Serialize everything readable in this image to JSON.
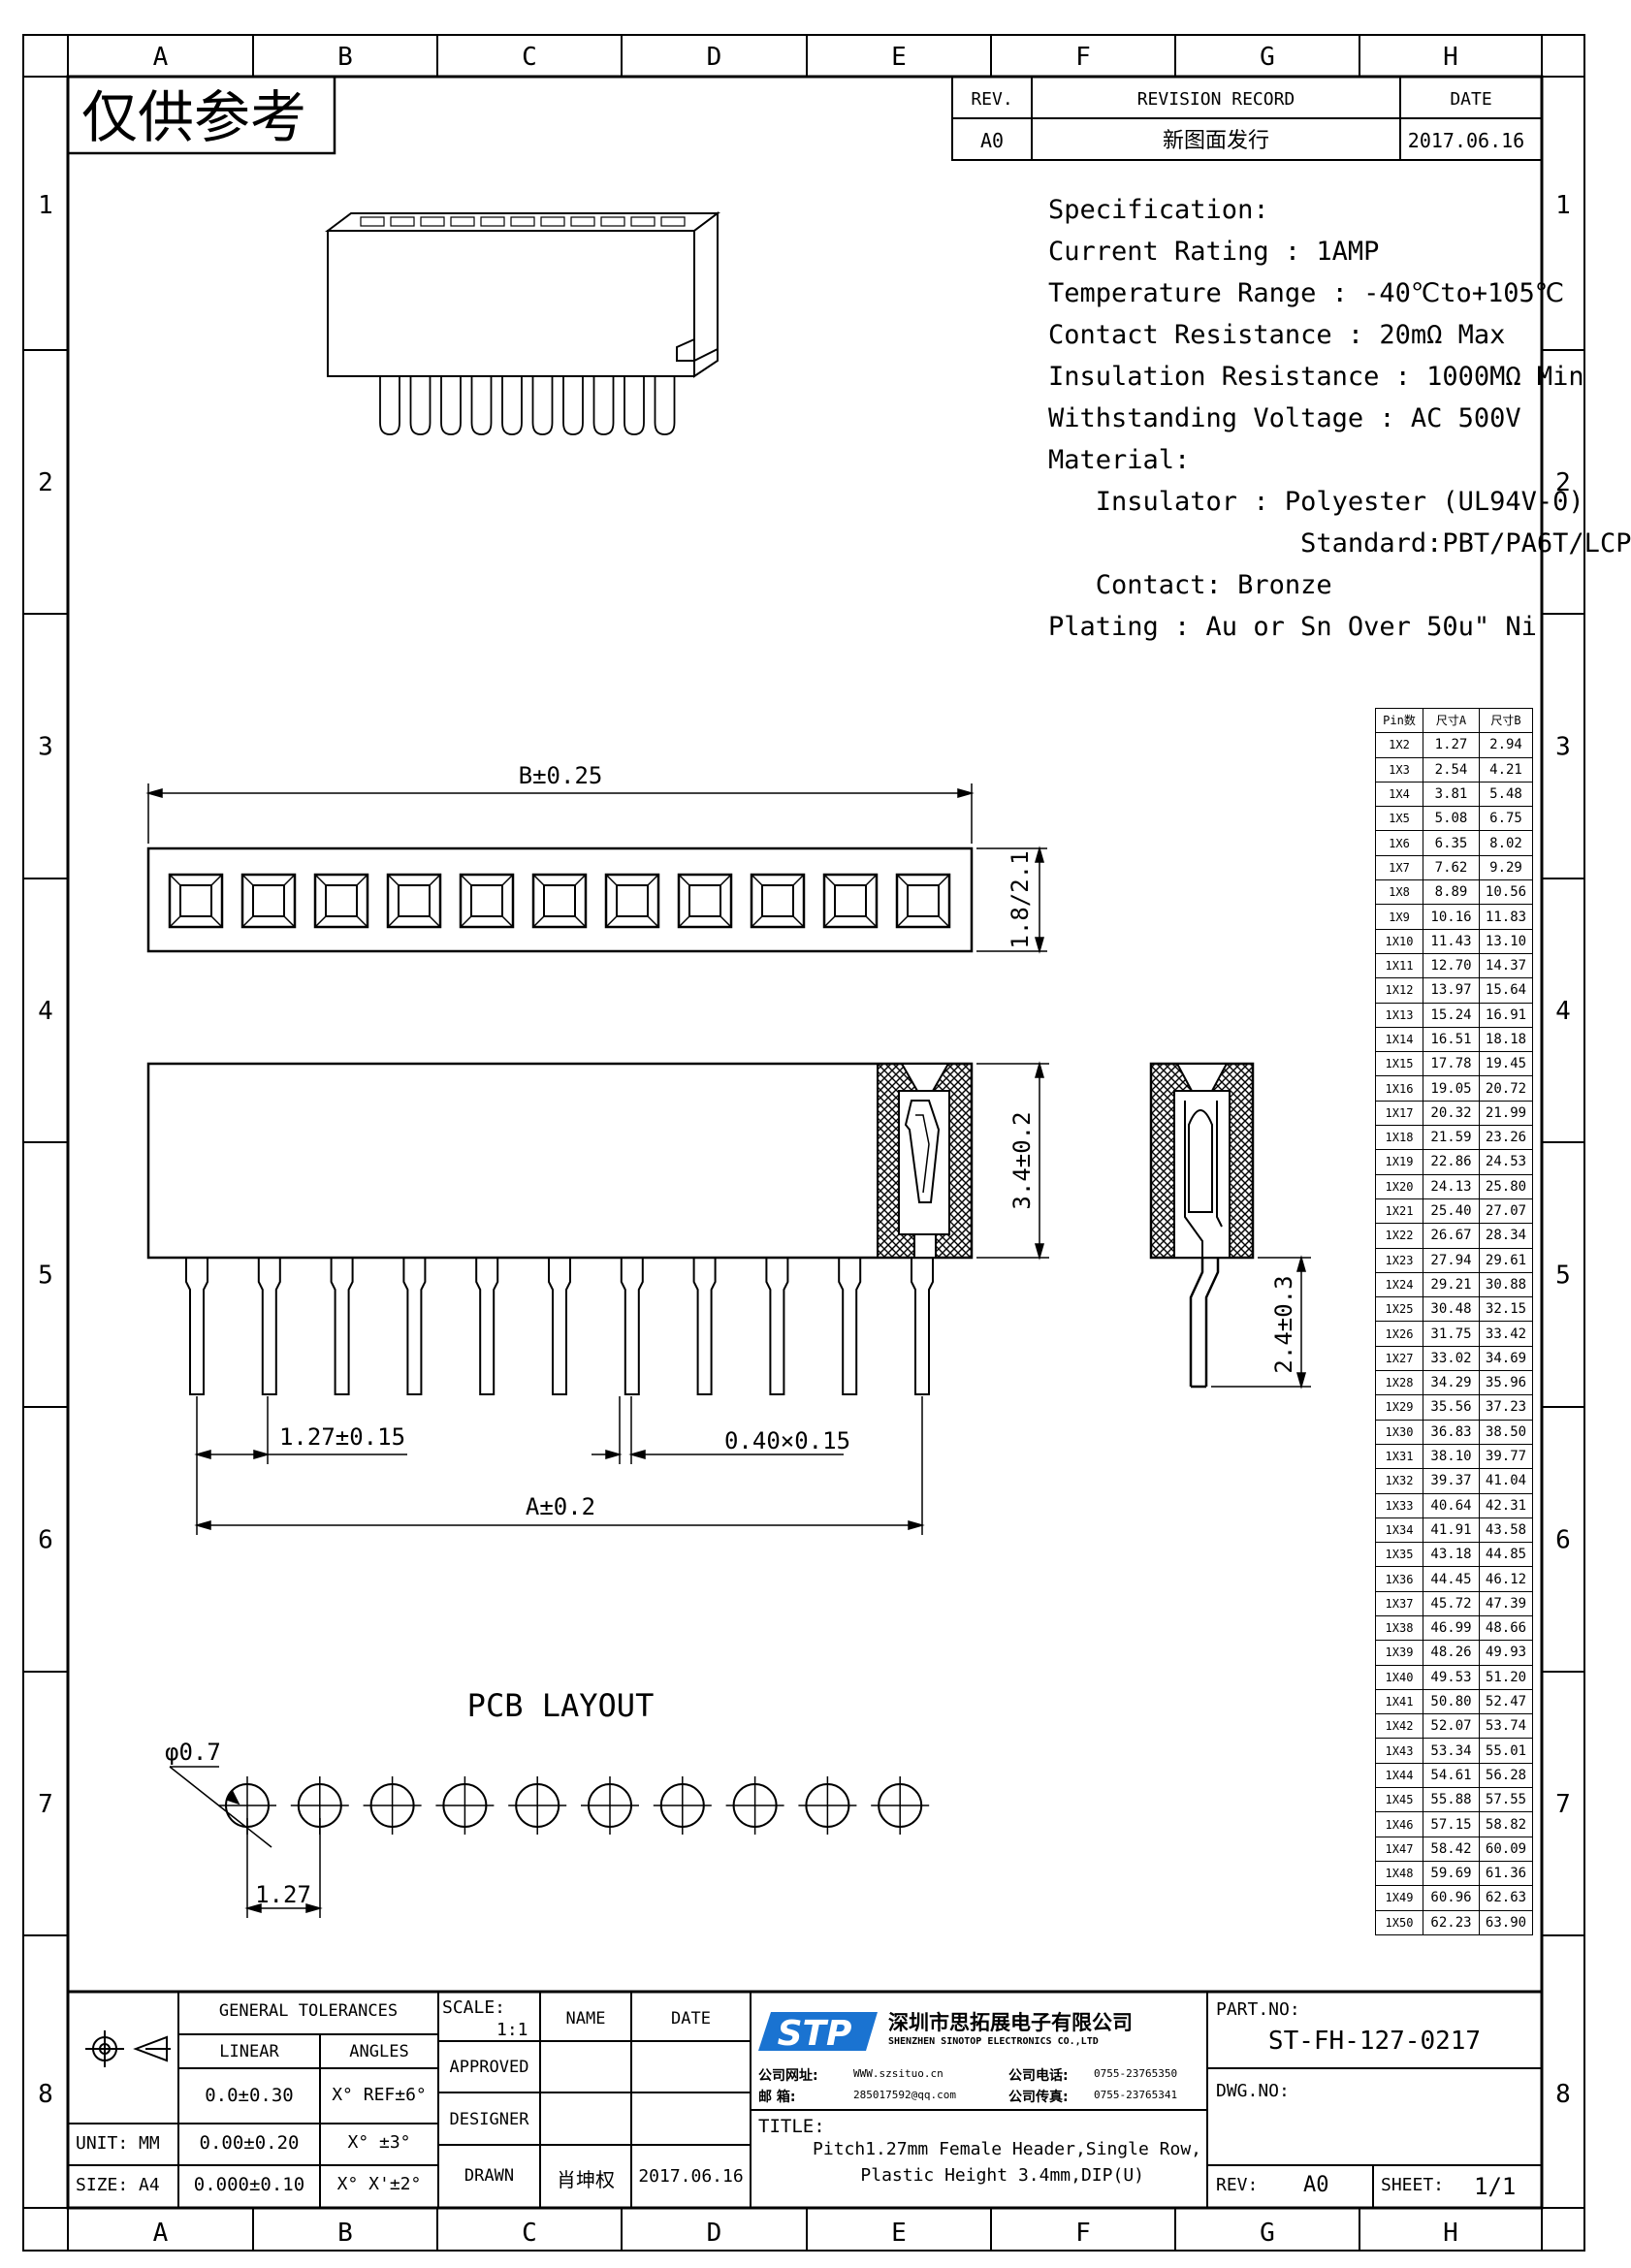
{
  "grid": {
    "columns": [
      "A",
      "B",
      "C",
      "D",
      "E",
      "F",
      "G",
      "H"
    ],
    "rows": [
      "1",
      "2",
      "3",
      "4",
      "5",
      "6",
      "7",
      "8"
    ]
  },
  "stamp": "仅供参考",
  "revision": {
    "headers": {
      "rev": "REV.",
      "record": "REVISION RECORD",
      "date": "DATE"
    },
    "row": {
      "rev": "A0",
      "record": "新图面发行",
      "date": "2017.06.16"
    }
  },
  "spec": [
    "Specification:",
    "Current Rating : 1AMP",
    "Temperature Range : -40℃to+105℃",
    "Contact Resistance : 20mΩ Max",
    "Insulation Resistance : 1000MΩ Min",
    "Withstanding Voltage : AC 500V",
    "Material:",
    "   Insulator : Polyester (UL94V-0)",
    "                Standard:PBT/PA6T/LCP",
    "   Contact: Bronze",
    "Plating : Au or Sn Over 50u\" Ni"
  ],
  "dims": {
    "b": "B±0.25",
    "height_top": "1.8/2.1",
    "height_side": "3.4±0.2",
    "tail": "2.4±0.3",
    "pitch": "1.27±0.15",
    "pin": "0.40×0.15",
    "a": "A±0.2",
    "pcb_title": "PCB LAYOUT",
    "hole": "φ0.7",
    "pcb_pitch": "1.27"
  },
  "pin_table": {
    "headers": [
      "Pin数",
      "尺寸A",
      "尺寸B"
    ],
    "rows": [
      [
        "1X2",
        "1.27",
        "2.94"
      ],
      [
        "1X3",
        "2.54",
        "4.21"
      ],
      [
        "1X4",
        "3.81",
        "5.48"
      ],
      [
        "1X5",
        "5.08",
        "6.75"
      ],
      [
        "1X6",
        "6.35",
        "8.02"
      ],
      [
        "1X7",
        "7.62",
        "9.29"
      ],
      [
        "1X8",
        "8.89",
        "10.56"
      ],
      [
        "1X9",
        "10.16",
        "11.83"
      ],
      [
        "1X10",
        "11.43",
        "13.10"
      ],
      [
        "1X11",
        "12.70",
        "14.37"
      ],
      [
        "1X12",
        "13.97",
        "15.64"
      ],
      [
        "1X13",
        "15.24",
        "16.91"
      ],
      [
        "1X14",
        "16.51",
        "18.18"
      ],
      [
        "1X15",
        "17.78",
        "19.45"
      ],
      [
        "1X16",
        "19.05",
        "20.72"
      ],
      [
        "1X17",
        "20.32",
        "21.99"
      ],
      [
        "1X18",
        "21.59",
        "23.26"
      ],
      [
        "1X19",
        "22.86",
        "24.53"
      ],
      [
        "1X20",
        "24.13",
        "25.80"
      ],
      [
        "1X21",
        "25.40",
        "27.07"
      ],
      [
        "1X22",
        "26.67",
        "28.34"
      ],
      [
        "1X23",
        "27.94",
        "29.61"
      ],
      [
        "1X24",
        "29.21",
        "30.88"
      ],
      [
        "1X25",
        "30.48",
        "32.15"
      ],
      [
        "1X26",
        "31.75",
        "33.42"
      ],
      [
        "1X27",
        "33.02",
        "34.69"
      ],
      [
        "1X28",
        "34.29",
        "35.96"
      ],
      [
        "1X29",
        "35.56",
        "37.23"
      ],
      [
        "1X30",
        "36.83",
        "38.50"
      ],
      [
        "1X31",
        "38.10",
        "39.77"
      ],
      [
        "1X32",
        "39.37",
        "41.04"
      ],
      [
        "1X33",
        "40.64",
        "42.31"
      ],
      [
        "1X34",
        "41.91",
        "43.58"
      ],
      [
        "1X35",
        "43.18",
        "44.85"
      ],
      [
        "1X36",
        "44.45",
        "46.12"
      ],
      [
        "1X37",
        "45.72",
        "47.39"
      ],
      [
        "1X38",
        "46.99",
        "48.66"
      ],
      [
        "1X39",
        "48.26",
        "49.93"
      ],
      [
        "1X40",
        "49.53",
        "51.20"
      ],
      [
        "1X41",
        "50.80",
        "52.47"
      ],
      [
        "1X42",
        "52.07",
        "53.74"
      ],
      [
        "1X43",
        "53.34",
        "55.01"
      ],
      [
        "1X44",
        "54.61",
        "56.28"
      ],
      [
        "1X45",
        "55.88",
        "57.55"
      ],
      [
        "1X46",
        "57.15",
        "58.82"
      ],
      [
        "1X47",
        "58.42",
        "60.09"
      ],
      [
        "1X48",
        "59.69",
        "61.36"
      ],
      [
        "1X49",
        "60.96",
        "62.63"
      ],
      [
        "1X50",
        "62.23",
        "63.90"
      ]
    ]
  },
  "title_block": {
    "general_tolerances": "GENERAL TOLERANCES",
    "linear": "LINEAR",
    "angles": "ANGLES",
    "tol_rows": [
      {
        "linear": "0.0±0.30",
        "angle": "X° REF±6°"
      },
      {
        "linear": "0.00±0.20",
        "angle": "X° ±3°"
      },
      {
        "linear": "0.000±0.10",
        "angle": "X° X'±2°"
      }
    ],
    "unit": "UNIT: MM",
    "size": "SIZE: A4",
    "scale_label": "SCALE:",
    "scale_value": "1:1",
    "name": "NAME",
    "date": "DATE",
    "approved": "APPROVED",
    "designer": "DESIGNER",
    "drawn": "DRAWN",
    "drawn_name": "肖坤权",
    "drawn_date": "2017.06.16",
    "logo_text": "STP",
    "company_cn": "深圳市思拓展电子有限公司",
    "company_en": "SHENZHEN SINOTOP ELECTRONICS CO.,LTD",
    "contact_web_label": "公司网址:",
    "contact_web": "WWW.szsituo.cn",
    "contact_tel_label": "公司电话:",
    "contact_tel": "0755-23765350",
    "contact_mail_label": "邮    箱:",
    "contact_mail": "285017592@qq.com",
    "contact_fax_label": "公司传真:",
    "contact_fax": "0755-23765341",
    "title_label": "TITLE:",
    "title_line1": "Pitch1.27mm Female Header,Single Row,",
    "title_line2": "Plastic Height 3.4mm,DIP(U)",
    "part_no_label": "PART.NO:",
    "part_no": "ST-FH-127-0217",
    "dwg_no_label": "DWG.NO:",
    "rev_label": "REV:",
    "rev_value": "A0",
    "sheet_label": "SHEET:",
    "sheet_value": "1/1"
  }
}
